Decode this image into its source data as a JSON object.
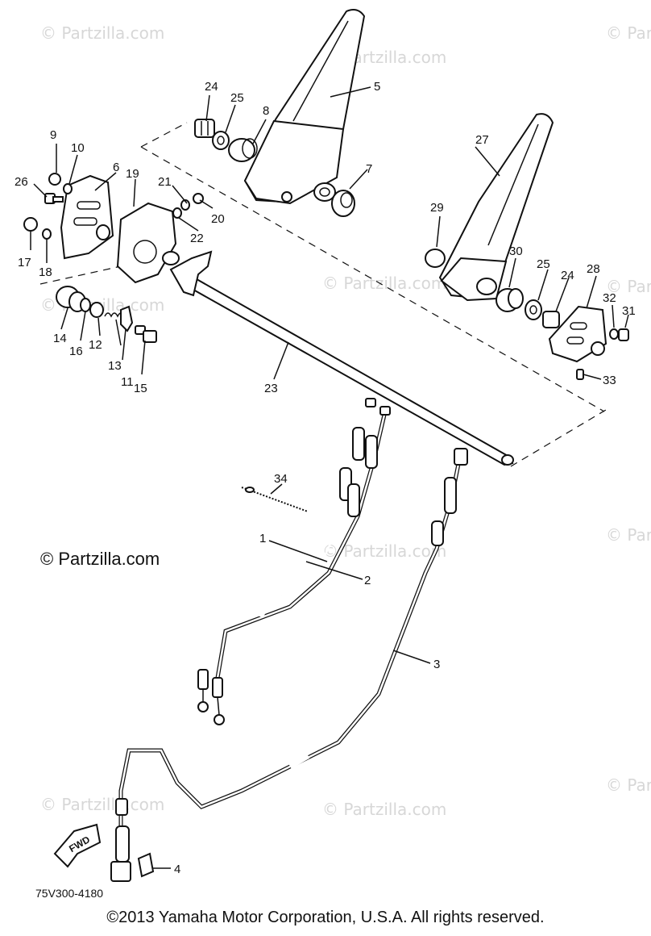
{
  "watermarks": [
    "© Partzilla.com",
    "© Partzilla.com",
    "© Partzilla.com",
    "© Partzilla.com",
    "© Partzilla.com",
    "© Partzilla.com",
    "© Partzilla.com",
    "© Partzilla.com",
    "© Partzilla.com",
    "© Partzilla.com",
    "© Partzilla.com"
  ],
  "partzilla_logo": "© Partzilla.com",
  "callouts": [
    "24",
    "25",
    "5",
    "8",
    "9",
    "10",
    "6",
    "19",
    "21",
    "26",
    "20",
    "22",
    "7",
    "17",
    "18",
    "27",
    "29",
    "30",
    "25",
    "24",
    "28",
    "14",
    "16",
    "12",
    "13",
    "11",
    "15",
    "23",
    "32",
    "31",
    "33",
    "34",
    "1",
    "2",
    "3",
    "4"
  ],
  "fwd_label": "FWD",
  "diagram_code": "75V300-4180",
  "copyright": "©2013  Yamaha Motor Corporation, U.S.A. All rights reserved."
}
